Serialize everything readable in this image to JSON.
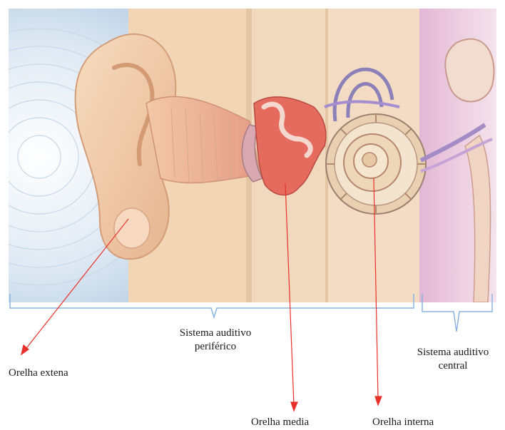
{
  "labels": {
    "peripheral_line1": "Sistema auditivo",
    "peripheral_line2": "periférico",
    "central_line1": "Sistema auditivo",
    "central_line2": "central",
    "outer_ear": "Orelha extena",
    "middle_ear": "Orelha media",
    "inner_ear": "Orelha interna"
  },
  "colors": {
    "pointer": "#e8302a",
    "bracket": "#8ab4e0"
  }
}
